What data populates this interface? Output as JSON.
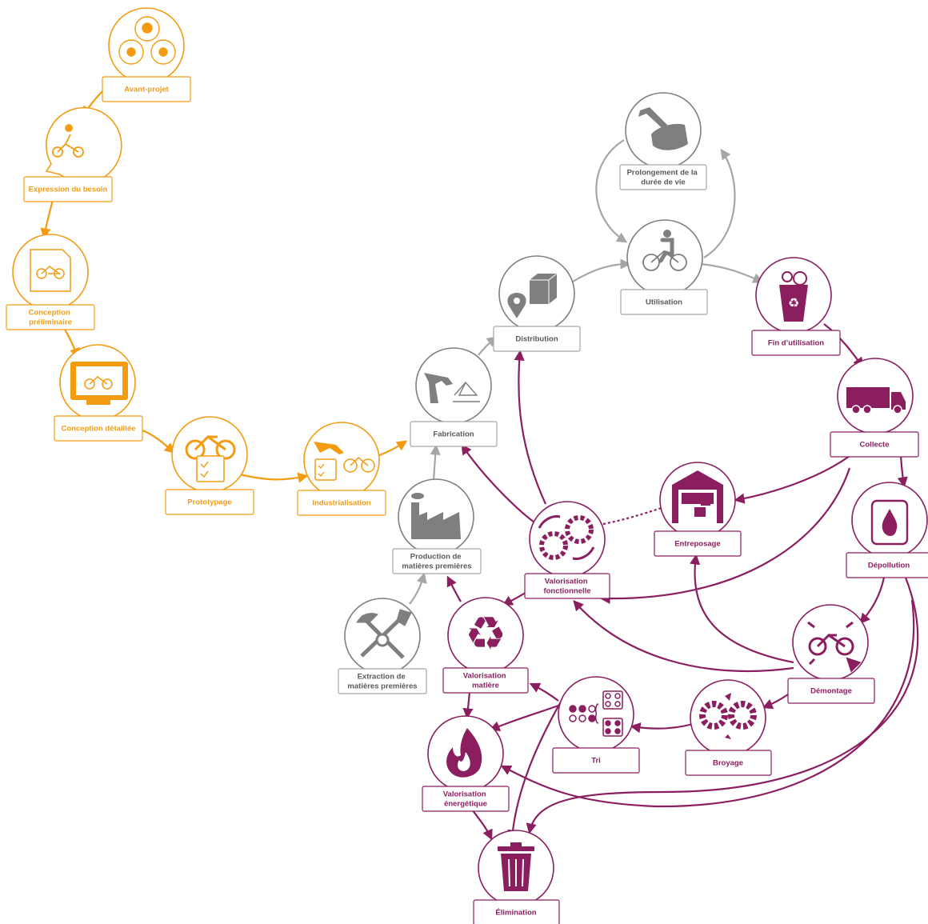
{
  "colors": {
    "orange": "#f39c12",
    "gray": "#a6a6a6",
    "gray_dark": "#7f7f7f",
    "purple": "#8a1e5f"
  },
  "nodes": {
    "avant_projet": {
      "label": [
        "Avant-projet"
      ],
      "icon": "team-gear-icon"
    },
    "expression_besoin": {
      "label": [
        "Expression du besoin"
      ],
      "icon": "cyclist-speech-icon"
    },
    "conception_preliminaire": {
      "label": [
        "Conception",
        "préliminaire"
      ],
      "icon": "bike-document-icon"
    },
    "conception_detaillee": {
      "label": [
        "Conception détaillée"
      ],
      "icon": "bike-monitor-icon"
    },
    "prototypage": {
      "label": [
        "Prototypage"
      ],
      "icon": "bike-checklist-icon"
    },
    "industrialisation": {
      "label": [
        "Industrialisation"
      ],
      "icon": "robot-arm-checklist-icon"
    },
    "fabrication": {
      "label": [
        "Fabrication"
      ],
      "icon": "robot-arm-bike-icon"
    },
    "distribution": {
      "label": [
        "Distribution"
      ],
      "icon": "box-pin-icon"
    },
    "prolongement": {
      "label": [
        "Prolongement de la",
        "durée de vie"
      ],
      "icon": "wrench-hand-icon"
    },
    "utilisation": {
      "label": [
        "Utilisation"
      ],
      "icon": "cyclist-icon"
    },
    "production_mp": {
      "label": [
        "Production de",
        "matières premières"
      ],
      "icon": "factory-icon"
    },
    "extraction_mp": {
      "label": [
        "Extraction de",
        "matières premières"
      ],
      "icon": "pickaxe-shovel-icon"
    },
    "fin_utilisation": {
      "label": [
        "Fin d’utilisation"
      ],
      "icon": "recycle-bin-icon"
    },
    "collecte": {
      "label": [
        "Collecte"
      ],
      "icon": "truck-icon"
    },
    "depollution": {
      "label": [
        "Dépollution"
      ],
      "icon": "jerrycan-drop-icon"
    },
    "entreposage": {
      "label": [
        "Entreposage"
      ],
      "icon": "warehouse-icon"
    },
    "valorisation_fonctionnelle": {
      "label": [
        "Valorisation",
        "fonctionnelle"
      ],
      "icon": "gears-cycle-icon"
    },
    "valorisation_matiere": {
      "label": [
        "Valorisation",
        "matière"
      ],
      "icon": "recycle-icon"
    },
    "demontage": {
      "label": [
        "Démontage"
      ],
      "icon": "bike-disassembly-icon"
    },
    "broyage": {
      "label": [
        "Broyage"
      ],
      "icon": "crusher-gears-icon"
    },
    "tri": {
      "label": [
        "Tri"
      ],
      "icon": "sorting-icon"
    },
    "valorisation_energetique": {
      "label": [
        "Valorisation",
        "énergétique"
      ],
      "icon": "flame-icon"
    },
    "elimination": {
      "label": [
        "Élimination"
      ],
      "icon": "trash-can-icon"
    }
  }
}
